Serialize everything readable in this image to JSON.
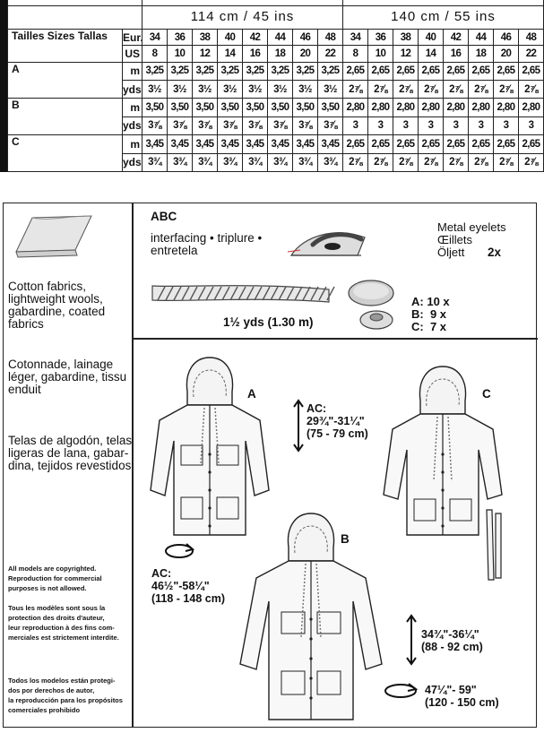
{
  "table": {
    "header_label": "Tailles Sizes Tallas",
    "eur_label": "Eur.",
    "us_label": "US",
    "fabric_width_1": "114 cm / 45 ins",
    "fabric_width_2": "140 cm / 55 ins",
    "eur_sizes": [
      "34",
      "36",
      "38",
      "40",
      "42",
      "44",
      "46",
      "48",
      "34",
      "36",
      "38",
      "40",
      "42",
      "44",
      "46",
      "48"
    ],
    "us_sizes": [
      "8",
      "10",
      "12",
      "14",
      "16",
      "18",
      "20",
      "22",
      "8",
      "10",
      "12",
      "14",
      "16",
      "18",
      "20",
      "22"
    ],
    "rows": [
      {
        "view": "A",
        "unit_m": "m",
        "m": [
          "3,25",
          "3,25",
          "3,25",
          "3,25",
          "3,25",
          "3,25",
          "3,25",
          "3,25",
          "2,65",
          "2,65",
          "2,65",
          "2,65",
          "2,65",
          "2,65",
          "2,65",
          "2,65"
        ],
        "unit_yds": "yds",
        "yds": [
          "3½",
          "3½",
          "3½",
          "3½",
          "3½",
          "3½",
          "3½",
          "3½",
          "2⅞",
          "2⅞",
          "2⅞",
          "2⅞",
          "2⅞",
          "2⅞",
          "2⅞",
          "2⅞"
        ]
      },
      {
        "view": "B",
        "unit_m": "m",
        "m": [
          "3,50",
          "3,50",
          "3,50",
          "3,50",
          "3,50",
          "3,50",
          "3,50",
          "3,50",
          "2,80",
          "2,80",
          "2,80",
          "2,80",
          "2,80",
          "2,80",
          "2,80",
          "2,80"
        ],
        "unit_yds": "yds",
        "yds": [
          "3⅞",
          "3⅞",
          "3⅞",
          "3⅞",
          "3⅞",
          "3⅞",
          "3⅞",
          "3⅞",
          "3",
          "3",
          "3",
          "3",
          "3",
          "3",
          "3",
          "3"
        ]
      },
      {
        "view": "C",
        "unit_m": "m",
        "m": [
          "3,45",
          "3,45",
          "3,45",
          "3,45",
          "3,45",
          "3,45",
          "3,45",
          "3,45",
          "2,65",
          "2,65",
          "2,65",
          "2,65",
          "2,65",
          "2,65",
          "2,65",
          "2,65"
        ],
        "unit_yds": "yds",
        "yds": [
          "3¾",
          "3¾",
          "3¾",
          "3¾",
          "3¾",
          "3¾",
          "3¾",
          "3¾",
          "2⅞",
          "2⅞",
          "2⅞",
          "2⅞",
          "2⅞",
          "2⅞",
          "2⅞",
          "2⅞"
        ]
      }
    ]
  },
  "fabrics": {
    "en": [
      "Cotton fabrics,",
      "lightweight wools,",
      "gabardine, coated",
      "fabrics"
    ],
    "fr": [
      "Cotonnade, lainage",
      "léger, gabardine, tissu",
      "enduit"
    ],
    "es": [
      "Telas de algodón, telas",
      "ligeras de lana, gabar-",
      "dina, tejidos revestidos"
    ]
  },
  "copyright": {
    "en": [
      "All models are copyrighted.",
      "Reproduction for commercial",
      "purposes is not allowed."
    ],
    "fr": [
      "Tous les modèles sont sous la",
      "protection des droits d'auteur,",
      "leur reproduction à des fins com-",
      "merciales est strictement interdite."
    ],
    "es": [
      "Todos los modelos están protegi-",
      "dos por derechos de autor,",
      "la reproducción para los propósitos",
      "comerciales prohibido"
    ]
  },
  "notions": {
    "abc": "ABC",
    "interfacing": [
      "interfacing • triplure •",
      "entretela"
    ],
    "cord": "1½ yds (1.30 m)",
    "eyelets": [
      "Metal eyelets",
      "Œillets",
      "Öljett"
    ],
    "eyelets_qty": "2x",
    "snaps": [
      {
        "view": "A:",
        "qty": "10 x"
      },
      {
        "view": "B:",
        "qty": "9 x"
      },
      {
        "view": "C:",
        "qty": "7 x"
      }
    ]
  },
  "views": {
    "a": "A",
    "b": "B",
    "c": "C"
  },
  "measurements": {
    "ac_label": "AC:",
    "length_a": "29¾\"-31¼\"",
    "length_a_cm": "(75 - 79 cm)",
    "width_ac_label": "AC:",
    "width_ac": "46½\"-58¼\"",
    "width_ac_cm": "(118 - 148 cm)",
    "length_b": "34¾\"-36¼\"",
    "length_b_cm": "(88 - 92 cm)",
    "width_b": "47¼\"- 59\"",
    "width_b_cm": "(120 - 150 cm)"
  }
}
